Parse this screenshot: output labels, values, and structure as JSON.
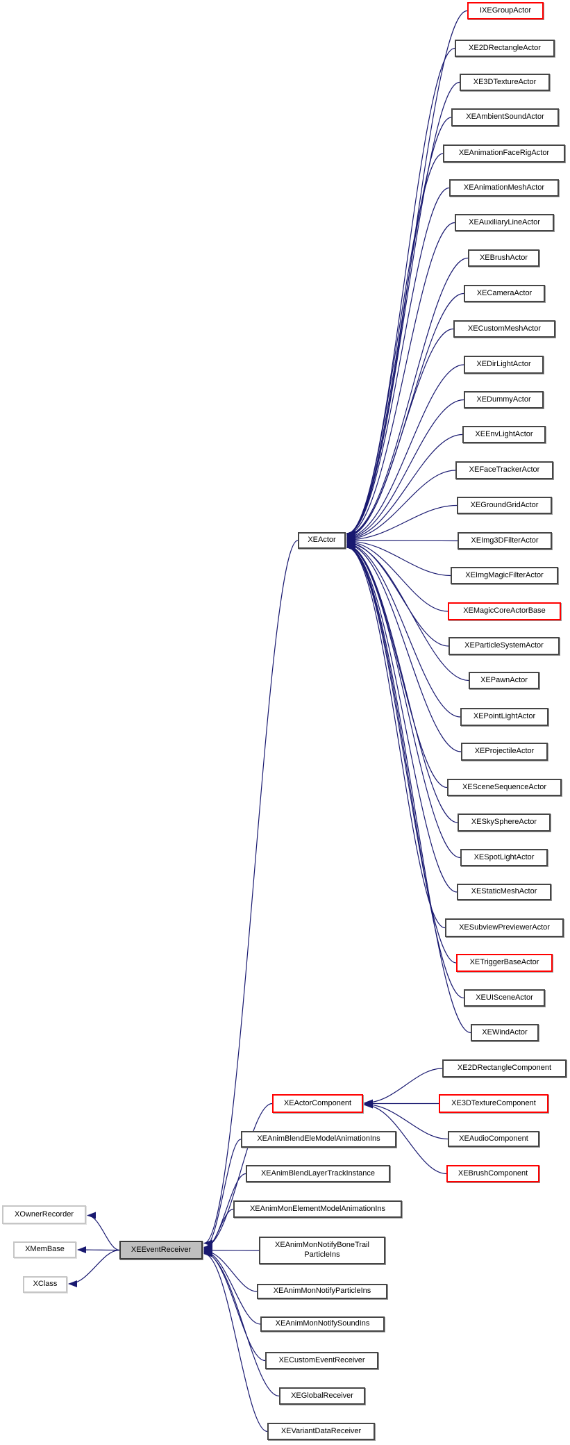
{
  "diagram": {
    "kind": "class-inheritance-graph",
    "colors": {
      "edge": "#191970",
      "highlight": "#ff0000",
      "node_border": "#464646",
      "external_border": "#c6c6c6",
      "current_fill": "#bfbfbf"
    },
    "nodes": {
      "XEEventReceiver": {
        "label": "XEEventReceiver"
      },
      "XOwnerRecorder": {
        "label": "XOwnerRecorder"
      },
      "XMemBase": {
        "label": "XMemBase"
      },
      "XClass": {
        "label": "XClass"
      },
      "XEActor": {
        "label": "XEActor"
      },
      "IXEGroupActor": {
        "label": "IXEGroupActor"
      },
      "XE2DRectangleActor": {
        "label": "XE2DRectangleActor"
      },
      "XE3DTextureActor": {
        "label": "XE3DTextureActor"
      },
      "XEAmbientSoundActor": {
        "label": "XEAmbientSoundActor"
      },
      "XEAnimationFaceRigActor": {
        "label": "XEAnimationFaceRigActor"
      },
      "XEAnimationMeshActor": {
        "label": "XEAnimationMeshActor"
      },
      "XEAuxiliaryLineActor": {
        "label": "XEAuxiliaryLineActor"
      },
      "XEBrushActor": {
        "label": "XEBrushActor"
      },
      "XECameraActor": {
        "label": "XECameraActor"
      },
      "XECustomMeshActor": {
        "label": "XECustomMeshActor"
      },
      "XEDirLightActor": {
        "label": "XEDirLightActor"
      },
      "XEDummyActor": {
        "label": "XEDummyActor"
      },
      "XEEnvLightActor": {
        "label": "XEEnvLightActor"
      },
      "XEFaceTrackerActor": {
        "label": "XEFaceTrackerActor"
      },
      "XEGroundGridActor": {
        "label": "XEGroundGridActor"
      },
      "XEImg3DFilterActor": {
        "label": "XEImg3DFilterActor"
      },
      "XEImgMagicFilterActor": {
        "label": "XEImgMagicFilterActor"
      },
      "XEMagicCoreActorBase": {
        "label": "XEMagicCoreActorBase"
      },
      "XEParticleSystemActor": {
        "label": "XEParticleSystemActor"
      },
      "XEPawnActor": {
        "label": "XEPawnActor"
      },
      "XEPointLightActor": {
        "label": "XEPointLightActor"
      },
      "XEProjectileActor": {
        "label": "XEProjectileActor"
      },
      "XESceneSequenceActor": {
        "label": "XESceneSequenceActor"
      },
      "XESkySphereActor": {
        "label": "XESkySphereActor"
      },
      "XESpotLightActor": {
        "label": "XESpotLightActor"
      },
      "XEStaticMeshActor": {
        "label": "XEStaticMeshActor"
      },
      "XESubviewPreviewerActor": {
        "label": "XESubviewPreviewerActor"
      },
      "XETriggerBaseActor": {
        "label": "XETriggerBaseActor"
      },
      "XEUISceneActor": {
        "label": "XEUISceneActor"
      },
      "XEWindActor": {
        "label": "XEWindActor"
      },
      "XEActorComponent": {
        "label": "XEActorComponent"
      },
      "XE2DRectangleComponent": {
        "label": "XE2DRectangleComponent"
      },
      "XE3DTextureComponent": {
        "label": "XE3DTextureComponent"
      },
      "XEAudioComponent": {
        "label": "XEAudioComponent"
      },
      "XEBrushComponent": {
        "label": "XEBrushComponent"
      },
      "XEAnimBlendEleModelAnimationIns": {
        "label": "XEAnimBlendEleModelAnimationIns"
      },
      "XEAnimBlendLayerTrackInstance": {
        "label": "XEAnimBlendLayerTrackInstance"
      },
      "XEAnimMonElementModelAnimationIns": {
        "label": "XEAnimMonElementModelAnimationIns"
      },
      "XEAnimMonNotifyBoneTrailParticleIns": {
        "label": "XEAnimMonNotifyBoneTrail\nParticleIns"
      },
      "XEAnimMonNotifyParticleIns": {
        "label": "XEAnimMonNotifyParticleIns"
      },
      "XEAnimMonNotifySoundIns": {
        "label": "XEAnimMonNotifySoundIns"
      },
      "XECustomEventReceiver": {
        "label": "XECustomEventReceiver"
      },
      "XEGlobalReceiver": {
        "label": "XEGlobalReceiver"
      },
      "XEVariantDataReceiver": {
        "label": "XEVariantDataReceiver"
      }
    },
    "edges": [
      {
        "from": "IXEGroupActor",
        "to": "XEActor"
      },
      {
        "from": "XE2DRectangleActor",
        "to": "XEActor"
      },
      {
        "from": "XE3DTextureActor",
        "to": "XEActor"
      },
      {
        "from": "XEAmbientSoundActor",
        "to": "XEActor"
      },
      {
        "from": "XEAnimationFaceRigActor",
        "to": "XEActor"
      },
      {
        "from": "XEAnimationMeshActor",
        "to": "XEActor"
      },
      {
        "from": "XEAuxiliaryLineActor",
        "to": "XEActor"
      },
      {
        "from": "XEBrushActor",
        "to": "XEActor"
      },
      {
        "from": "XECameraActor",
        "to": "XEActor"
      },
      {
        "from": "XECustomMeshActor",
        "to": "XEActor"
      },
      {
        "from": "XEDirLightActor",
        "to": "XEActor"
      },
      {
        "from": "XEDummyActor",
        "to": "XEActor"
      },
      {
        "from": "XEEnvLightActor",
        "to": "XEActor"
      },
      {
        "from": "XEFaceTrackerActor",
        "to": "XEActor"
      },
      {
        "from": "XEGroundGridActor",
        "to": "XEActor"
      },
      {
        "from": "XEImg3DFilterActor",
        "to": "XEActor"
      },
      {
        "from": "XEImgMagicFilterActor",
        "to": "XEActor"
      },
      {
        "from": "XEMagicCoreActorBase",
        "to": "XEActor"
      },
      {
        "from": "XEParticleSystemActor",
        "to": "XEActor"
      },
      {
        "from": "XEPawnActor",
        "to": "XEActor"
      },
      {
        "from": "XEPointLightActor",
        "to": "XEActor"
      },
      {
        "from": "XEProjectileActor",
        "to": "XEActor"
      },
      {
        "from": "XESceneSequenceActor",
        "to": "XEActor"
      },
      {
        "from": "XESkySphereActor",
        "to": "XEActor"
      },
      {
        "from": "XESpotLightActor",
        "to": "XEActor"
      },
      {
        "from": "XEStaticMeshActor",
        "to": "XEActor"
      },
      {
        "from": "XESubviewPreviewerActor",
        "to": "XEActor"
      },
      {
        "from": "XETriggerBaseActor",
        "to": "XEActor"
      },
      {
        "from": "XEUISceneActor",
        "to": "XEActor"
      },
      {
        "from": "XEWindActor",
        "to": "XEActor"
      },
      {
        "from": "XE2DRectangleComponent",
        "to": "XEActorComponent"
      },
      {
        "from": "XE3DTextureComponent",
        "to": "XEActorComponent"
      },
      {
        "from": "XEAudioComponent",
        "to": "XEActorComponent"
      },
      {
        "from": "XEBrushComponent",
        "to": "XEActorComponent"
      },
      {
        "from": "XEActor",
        "to": "XEEventReceiver"
      },
      {
        "from": "XEActorComponent",
        "to": "XEEventReceiver"
      },
      {
        "from": "XEAnimBlendEleModelAnimationIns",
        "to": "XEEventReceiver"
      },
      {
        "from": "XEAnimBlendLayerTrackInstance",
        "to": "XEEventReceiver"
      },
      {
        "from": "XEAnimMonElementModelAnimationIns",
        "to": "XEEventReceiver"
      },
      {
        "from": "XEAnimMonNotifyBoneTrailParticleIns",
        "to": "XEEventReceiver"
      },
      {
        "from": "XEAnimMonNotifyParticleIns",
        "to": "XEEventReceiver"
      },
      {
        "from": "XEAnimMonNotifySoundIns",
        "to": "XEEventReceiver"
      },
      {
        "from": "XECustomEventReceiver",
        "to": "XEEventReceiver"
      },
      {
        "from": "XEGlobalReceiver",
        "to": "XEEventReceiver"
      },
      {
        "from": "XEVariantDataReceiver",
        "to": "XEEventReceiver"
      },
      {
        "from": "XEEventReceiver",
        "to": "XOwnerRecorder"
      },
      {
        "from": "XEEventReceiver",
        "to": "XMemBase"
      },
      {
        "from": "XEEventReceiver",
        "to": "XClass"
      }
    ]
  }
}
